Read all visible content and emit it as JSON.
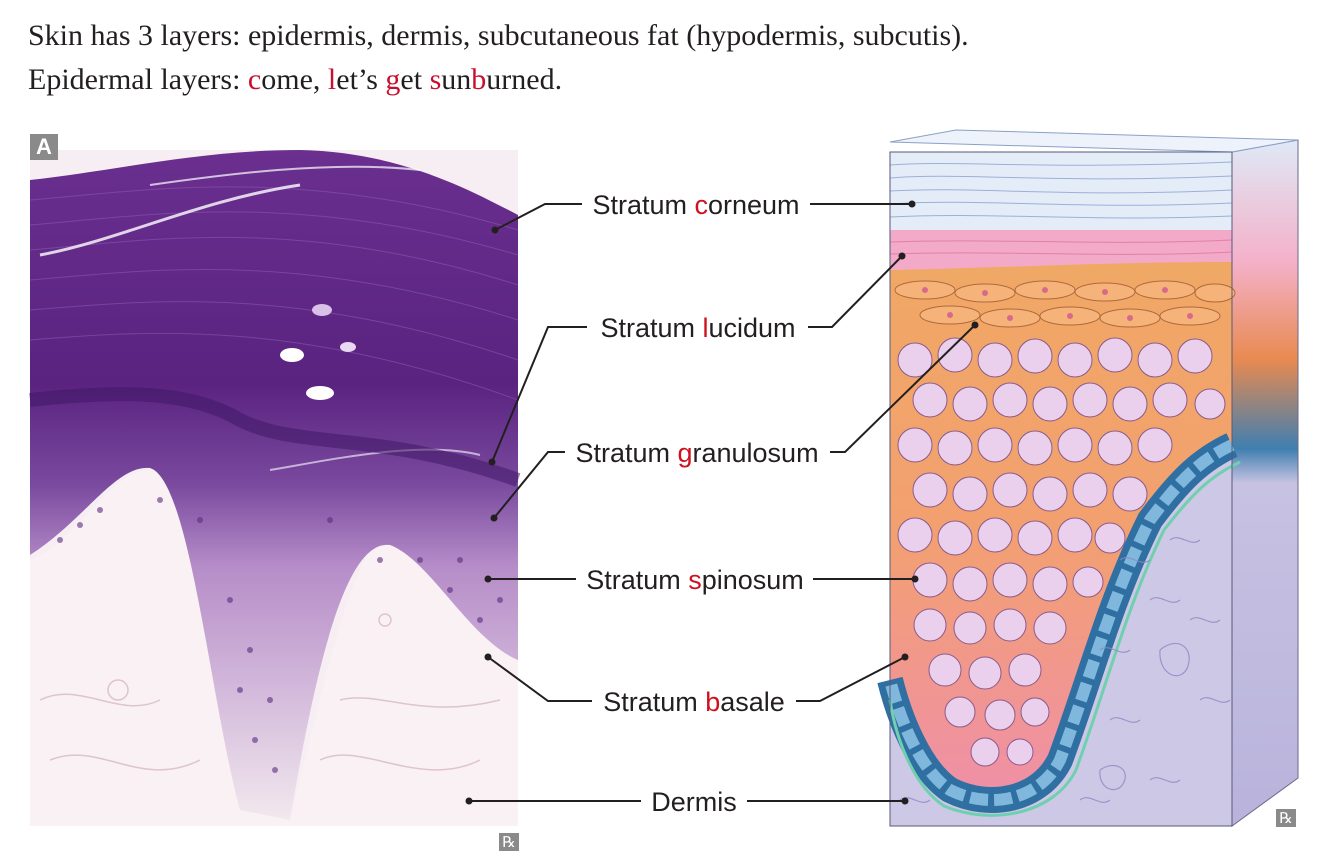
{
  "intro": {
    "line1": "Skin has 3 layers: epidermis, dermis, subcutaneous fat (hypodermis, subcutis).",
    "line2_prefix": "Epidermal layers: ",
    "mnemonic": [
      {
        "letter": "c",
        "rest": "ome, "
      },
      {
        "letter": "l",
        "rest": "et’s "
      },
      {
        "letter": "g",
        "rest": "et "
      },
      {
        "letter": "s",
        "rest": "un"
      },
      {
        "letter": "b",
        "rest": "urned."
      }
    ]
  },
  "panel_tag": "A",
  "labels": [
    {
      "prefix": "Stratum ",
      "letter": "c",
      "suffix": "orneum"
    },
    {
      "prefix": "Stratum ",
      "letter": "l",
      "suffix": "ucidum"
    },
    {
      "prefix": "Stratum ",
      "letter": "g",
      "suffix": "ranulosum"
    },
    {
      "prefix": "Stratum ",
      "letter": "s",
      "suffix": "pinosum"
    },
    {
      "prefix": "Stratum ",
      "letter": "b",
      "suffix": "asale"
    },
    {
      "prefix": "Dermis",
      "letter": "",
      "suffix": ""
    }
  ],
  "rx_mark": "℞",
  "colors": {
    "highlight": "#c8102e",
    "text": "#231f20",
    "histology_stain": "#5b2a86",
    "granular": "#e8a060",
    "basal": "#3d7fb0"
  }
}
